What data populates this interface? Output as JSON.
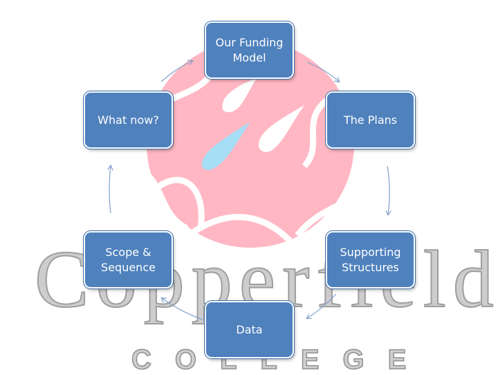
{
  "watermark": {
    "word": "Copperfield",
    "subword": "COLLEGE"
  },
  "cycle": {
    "nodes": [
      {
        "id": "our-funding-model",
        "label": "Our Funding Model"
      },
      {
        "id": "the-plans",
        "label": "The Plans"
      },
      {
        "id": "supporting-structures",
        "label": "Supporting Structures"
      },
      {
        "id": "data",
        "label": "Data"
      },
      {
        "id": "scope-and-sequence",
        "label": "Scope & Sequence"
      },
      {
        "id": "what-now",
        "label": "What now?"
      }
    ],
    "flow": "clockwise"
  },
  "colors": {
    "node_fill": "#4f81bd",
    "node_text": "#ffffff",
    "arrow": "#7f9fc9",
    "logo_pink": "#ffb6c1",
    "logo_blue_drop": "#9fd9f2"
  }
}
